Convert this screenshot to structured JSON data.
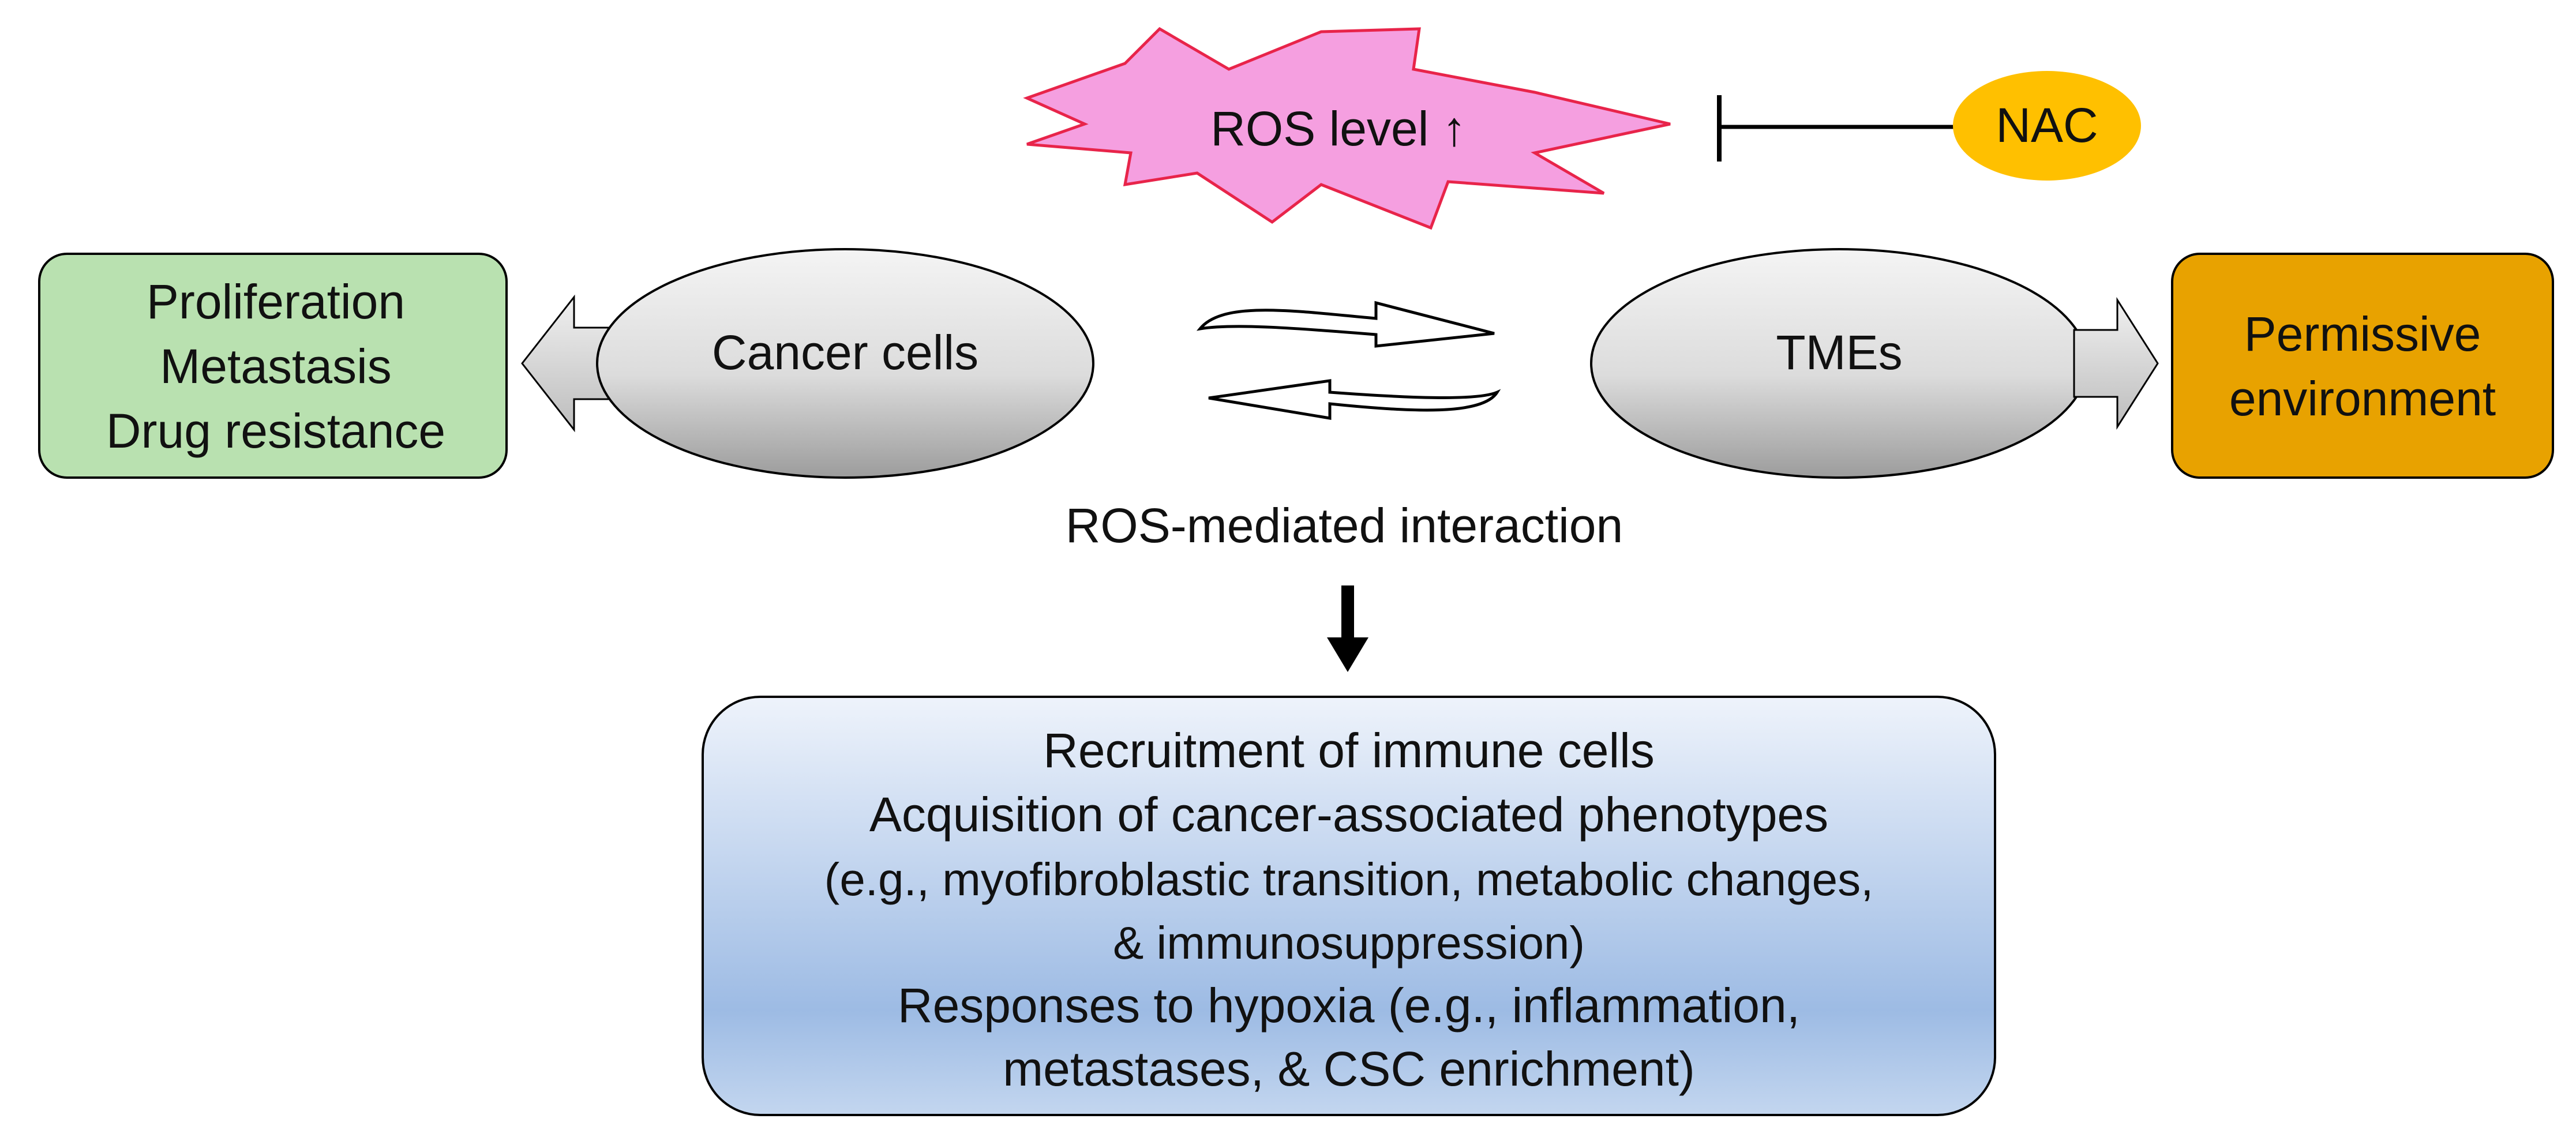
{
  "ros_burst": {
    "label": "ROS level ↑",
    "fill": "#f59fe0",
    "stroke": "#e8244a"
  },
  "nac": {
    "label": "NAC",
    "fill": "#ffc000"
  },
  "outcome_left": {
    "lines": [
      "Proliferation",
      "Metastasis",
      "Drug resistance"
    ],
    "fill": "#b9e1b0"
  },
  "cancer_cells": {
    "label": "Cancer cells"
  },
  "tmes": {
    "label": "TMEs"
  },
  "outcome_right": {
    "lines": [
      "Permissive",
      "environment"
    ],
    "fill": "#e8a200"
  },
  "interaction_caption": "ROS-mediated interaction",
  "effects_box": {
    "lines": [
      "Recruitment of immune cells",
      "Acquisition of cancer-associated phenotypes",
      "(e.g., myofibroblastic transition, metabolic changes,",
      "& immunosuppression)",
      "Responses to hypoxia (e.g., inflammation,",
      "metastases, & CSC enrichment)"
    ]
  }
}
